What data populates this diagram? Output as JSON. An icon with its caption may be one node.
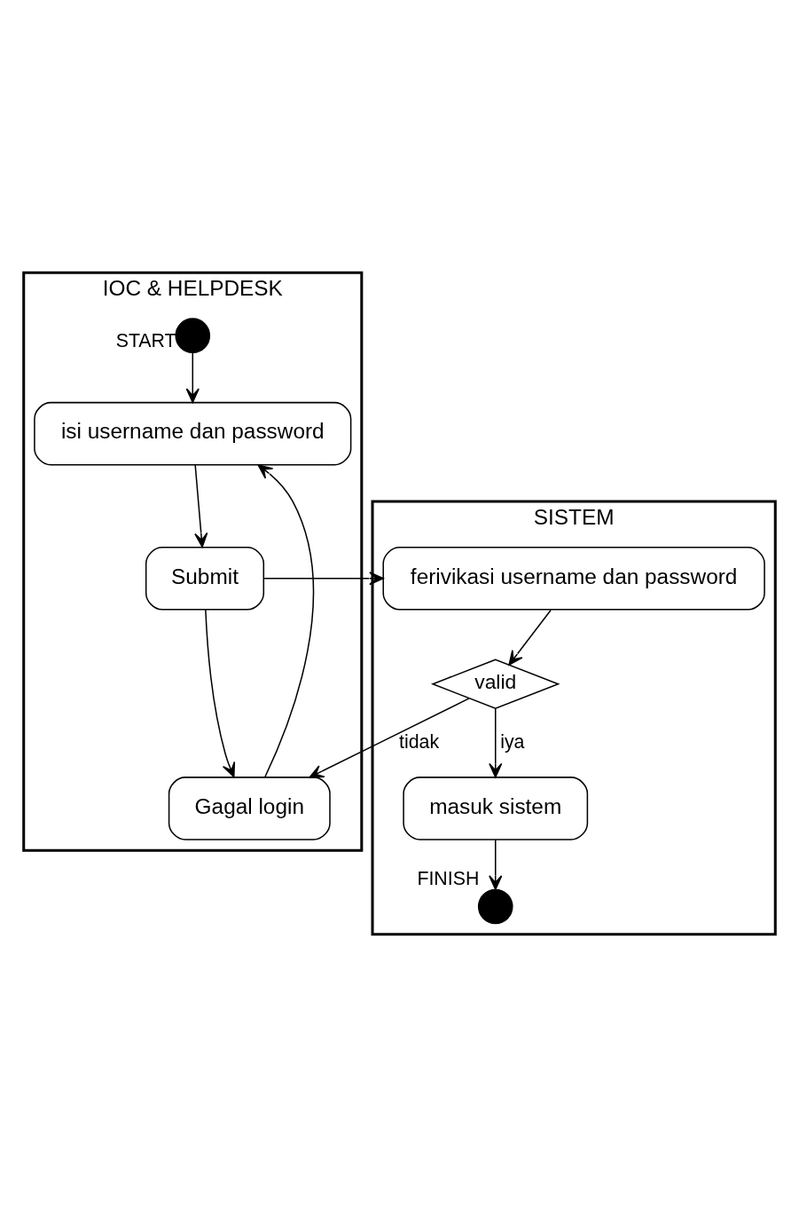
{
  "diagram": {
    "nodes": [
      {
        "text": [
          "IOC & HELPDESK"
        ]
      },
      {
        "text": [
          "SISTEM"
        ]
      },
      {
        "text": [],
        "shape": "circle",
        "in": 0,
        "beside": [
          "START"
        ]
      },
      {
        "text": [
          "isi username dan password"
        ],
        "in": 0
      },
      {
        "text": [
          "Submit"
        ],
        "in": 0
      },
      {
        "text": [
          "Gagal login"
        ],
        "in": 0
      },
      {
        "text": [
          "ferivikasi username dan password"
        ],
        "in": 1
      },
      {
        "text": [
          "valid"
        ],
        "in": 1
      },
      {
        "text": [
          "masuk sistem"
        ],
        "in": 1
      },
      {
        "text": [],
        "shape": "circle",
        "in": 1,
        "beside": [
          "FINISH"
        ]
      }
    ],
    "edges": [
      {
        "from": 2,
        "to": 3,
        "arrow": "to"
      },
      {
        "from": 3,
        "to": 4,
        "arrow": "to"
      },
      {
        "from": 4,
        "to": 6,
        "arrow": "to"
      },
      {
        "from": 4,
        "to": 5,
        "arrow": "to"
      },
      {
        "from": 6,
        "to": 7,
        "arrow": "to"
      },
      {
        "from": 7,
        "to": 5,
        "arrow": "to",
        "label": "tidak"
      },
      {
        "from": 7,
        "to": 8,
        "arrow": "to",
        "label": "iya"
      },
      {
        "from": 8,
        "to": 9,
        "arrow": "to"
      },
      {
        "from": 5,
        "to": 3,
        "arrow": "to"
      }
    ]
  }
}
